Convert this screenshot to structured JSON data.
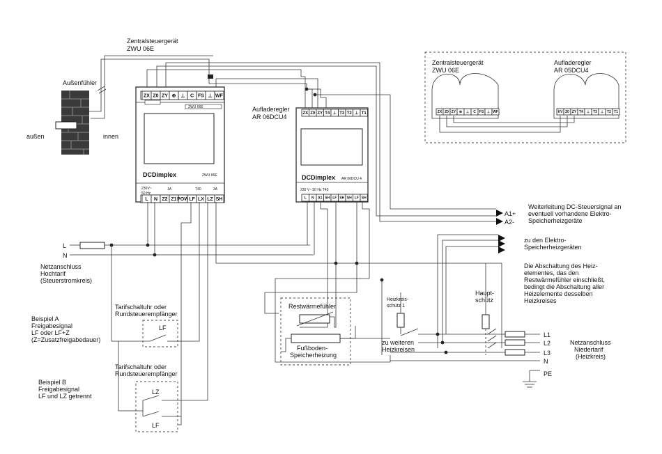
{
  "zwu": {
    "title_line1": "Zentralsteuergerät",
    "title_line2": "ZWU 06E",
    "top_terminals": [
      "ZX",
      "Z0",
      "ZY",
      "⊕",
      "⊥",
      "C",
      "FS",
      "⊥",
      "WF"
    ],
    "brand": "DCDimplex",
    "model": "ZWU 06E",
    "model_top": "ZWU 06E",
    "spec_voltage": "230V~",
    "spec_freq": "50 Hz",
    "spec_fuse": "1A",
    "spec_t": "T40",
    "spec_3a": "3A",
    "bottom_terminals": [
      "L",
      "N",
      "Z2",
      "Z1",
      "POW",
      "LF",
      "LX",
      "LZ",
      "SH"
    ]
  },
  "adr": {
    "title_line1": "Aufladeregler",
    "title_line2": "AR 06DCU4",
    "top_terminals": [
      "ZX",
      "Z0",
      "ZY",
      "T4",
      "⊥",
      "T3",
      "T2",
      "⊥",
      "T1"
    ],
    "brand": "DCDimplex",
    "model": "AR 06DCU 4",
    "spec": "230 V~ 50 Hz T40",
    "bottom_terminals": [
      "L",
      "N",
      "A1",
      "SH",
      "LF",
      "SH",
      "SH",
      "LF",
      "SH"
    ]
  },
  "sensor": {
    "title": "Außenfühler",
    "outside": "außen",
    "inside": "innen"
  },
  "inset": {
    "left_title1": "Zentralsteuergerät",
    "left_title2": "ZWU 06E",
    "right_title1": "Aufladeregler",
    "right_title2": "AR 05DCU4",
    "left_terminals": [
      "ZX",
      "Z0",
      "ZY",
      "⊕",
      "⊥",
      "C",
      "FS",
      "⊥",
      "WF"
    ],
    "right_terminals": [
      "KV",
      "Z0",
      "ZY",
      "T4",
      "⊥",
      "T3",
      "⊥",
      "T2",
      "T1"
    ]
  },
  "mains_low": {
    "l_label": "L",
    "n_label": "N",
    "line1": "Netzanschluss",
    "line2": "Hochtarif",
    "line3": "(Steuerstromkreis)"
  },
  "example_a": {
    "line1": "Beispiel A",
    "line2": "Freigabesignal",
    "line3": "LF oder LF+Z",
    "line4": "(Z=Zusatzfreigabedauer)",
    "device1": "Tarifschaltuhr oder",
    "device2": "Rundsteuerempfänger",
    "contact": "LF"
  },
  "example_b": {
    "line1": "Beispiel B",
    "line2": "Freigabesignal",
    "line3": "LF und LZ getrennt",
    "device1": "Tarifschaltuhr oder",
    "device2": "Rundsteuerempfänger",
    "contact1": "LZ",
    "contact2": "LF"
  },
  "outputs": {
    "a1": "A1+",
    "a2": "A2-",
    "fwd_line1": "Weiterleitung DC-Steuersignal an",
    "fwd_line2": "eventuell vorhandene Elektro-",
    "fwd_line3": "Speicherheizgeräte",
    "heaters_line1": "zu den Elektro-",
    "heaters_line2": "Speicherheizgeräten",
    "note_line1": "Die Abschaltung des Heiz-",
    "note_line2": "elementes, das den",
    "note_line3": "Restwärmefühler einschließt,",
    "note_line4": "bedingt die Abschaltung aller",
    "note_line5": "Heizelemente desselben",
    "note_line6": "Heizkreises"
  },
  "heating": {
    "sensor": "Restwärmefühler",
    "floor1": "Fußboden-",
    "floor2": "Speicherheizung",
    "contactor1_line1": "Heizkreis-",
    "contactor1_line2": "schütz 1",
    "main_contactor1": "Haupt-",
    "main_contactor2": "schütz",
    "more1": "zu weiteren",
    "more2": "Heizkreisen"
  },
  "mains_high": {
    "l1": "L1",
    "l2": "L2",
    "l3": "L3",
    "n": "N",
    "pe": "PE",
    "line1": "Netzanschluss",
    "line2": "Niedertarif",
    "line3": "(Heizkreis)"
  }
}
